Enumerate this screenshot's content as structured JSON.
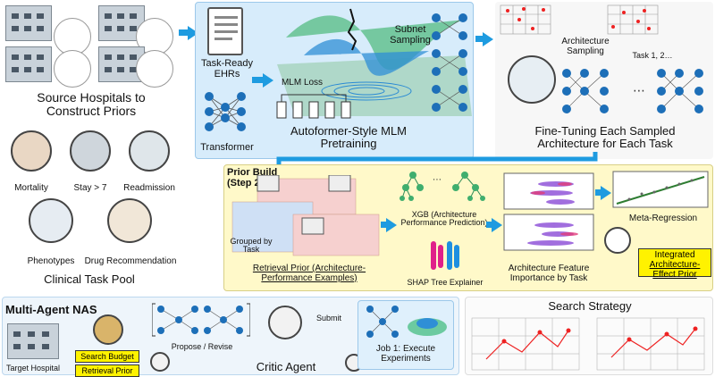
{
  "colors": {
    "arrow": "#1e9be0",
    "panel_blue": "#d7ecfb",
    "panel_yellow": "#fff9c9",
    "highlight": "#fff200",
    "node_blue": "#1d6fb8"
  },
  "source": {
    "title": "Source Hospitals to Construct Priors"
  },
  "tasks": {
    "mortality": "Mortality",
    "stay": "Stay > 7",
    "readmission": "Readmission",
    "phenotypes": "Phenotypes",
    "drug": "Drug Recommendation",
    "pool": "Clinical Task Pool"
  },
  "pretrain": {
    "ehrs": "Task-Ready EHRs",
    "transformer": "Transformer",
    "mlm_loss": "MLM Loss",
    "subnet": "Subnet Sampling",
    "title": "Autoformer-Style MLM Pretraining"
  },
  "finetune": {
    "arch_sampling": "Architecture Sampling",
    "task": "Task 1, 2…",
    "title": "Fine-Tuning Each Sampled Architecture for Each Task"
  },
  "prior": {
    "heading": "Prior Build (Step 2)",
    "grouped": "Grouped by Task",
    "retrieval": "Retrieval Prior (Architecture-Performance Examples)",
    "xgb": "XGB (Architecture Performance Prediction)",
    "shap": "SHAP Tree Explainer",
    "feat_imp": "Architecture Feature Importance by Task",
    "meta": "Meta-Regression",
    "integrated_1": "Integrated",
    "integrated_2": "Architecture-Effect Prior"
  },
  "nas": {
    "title": "Multi-Agent NAS",
    "target": "Target Hospital",
    "budget": "Search Budget",
    "retrieval": "Retrieval Prior",
    "propose": "Propose / Revise",
    "submit": "Submit",
    "critic": "Critic Agent",
    "job": "Job 1: Execute Experiments",
    "search": "Search Strategy"
  }
}
